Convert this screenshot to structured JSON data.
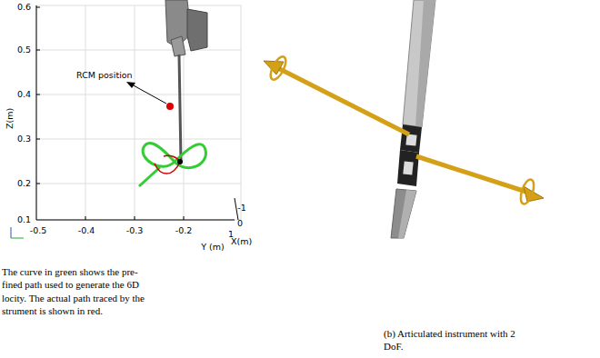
{
  "diagram": {
    "labels": [
      "0.6",
      "0.5",
      "0.4",
      "0.3",
      "0.2",
      "0.1",
      "Z(m)",
      "RCM position",
      "-0.5",
      "-0.4",
      "-0.3",
      "-0.2",
      "Y (m)",
      "X(m)",
      "0",
      "1",
      "-1",
      "The curve in green shows the pre- fined path used to generate the 6D locity. The actual path traced by the strument is shown in red.",
      "(b) Articulated instrument with 2 DoF."
    ]
  }
}
